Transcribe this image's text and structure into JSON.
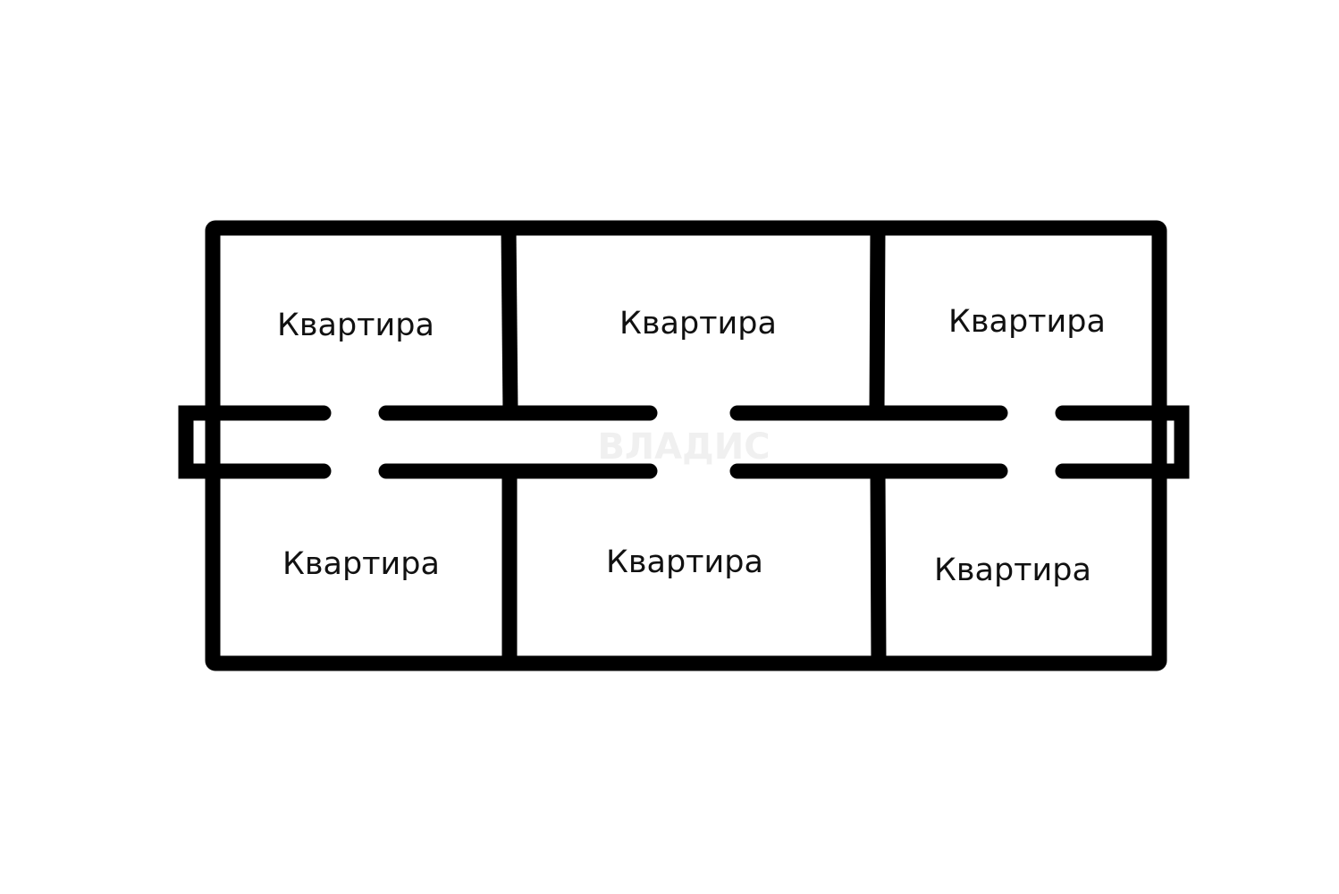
{
  "plan": {
    "rooms": [
      {
        "label": "Квартира"
      },
      {
        "label": "Квартира"
      },
      {
        "label": "Квартира"
      },
      {
        "label": "Квартира"
      },
      {
        "label": "Квартира"
      },
      {
        "label": "Квартира"
      }
    ],
    "watermark": "ВЛАДИС"
  },
  "colors": {
    "wall": "#000000",
    "background": "#ffffff"
  }
}
